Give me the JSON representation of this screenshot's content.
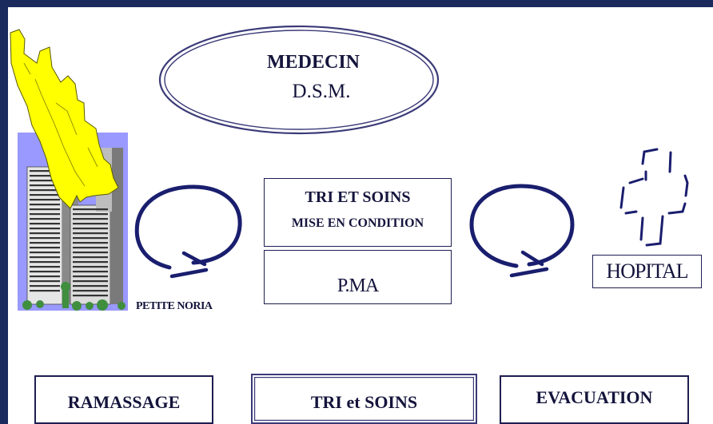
{
  "colors": {
    "frame": "#1b2a5c",
    "slide": "#ffffff",
    "ink": "#14143c",
    "loop_stroke": "#1a1e6e",
    "fire": "#ffff00",
    "building_backdrop": "#9999ff"
  },
  "top_ellipse": {
    "line1": "MEDECIN",
    "line2": "D.S.M."
  },
  "center_top_box": {
    "line1": "TRI ET SOINS",
    "line2": "MISE EN CONDITION"
  },
  "center_bottom_box": {
    "label": "P.MA"
  },
  "small_loop_label": "PETITE NORIA",
  "hospital_label": "HOPITAL",
  "icons": [
    "burning-building-icon",
    "loop-arrow-icon",
    "loop-arrow-icon",
    "hospital-cross-icon"
  ],
  "bottom_row": {
    "left": "RAMASSAGE",
    "center": "TRI et SOINS",
    "right": "EVACUATION"
  }
}
